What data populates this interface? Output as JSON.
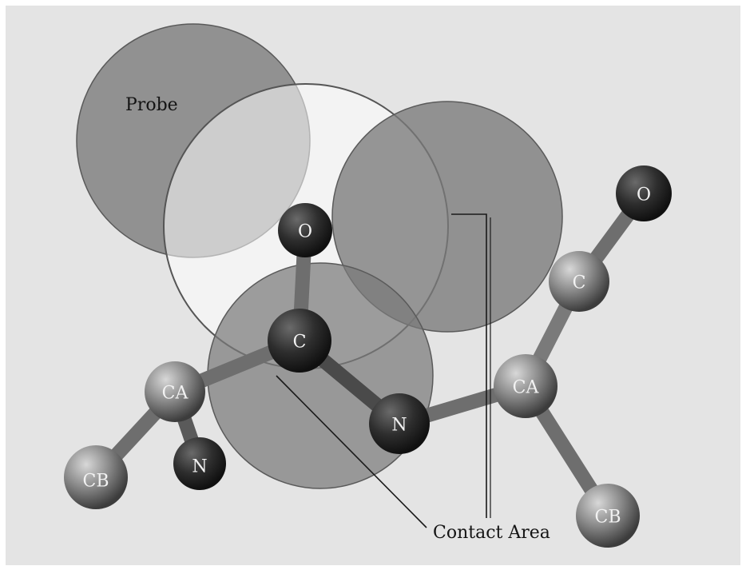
{
  "labels": {
    "probe": "Probe",
    "contact_area": "Contact Area"
  },
  "atoms": [
    {
      "id": "O1",
      "label": "O",
      "tone": "dark"
    },
    {
      "id": "C1",
      "label": "C",
      "tone": "dark"
    },
    {
      "id": "CA1",
      "label": "CA",
      "tone": "light"
    },
    {
      "id": "N1",
      "label": "N",
      "tone": "dark"
    },
    {
      "id": "CB1",
      "label": "CB",
      "tone": "light"
    },
    {
      "id": "N2",
      "label": "N",
      "tone": "dark"
    },
    {
      "id": "CA2",
      "label": "CA",
      "tone": "light"
    },
    {
      "id": "C2",
      "label": "C",
      "tone": "light"
    },
    {
      "id": "O2",
      "label": "O",
      "tone": "dark"
    },
    {
      "id": "CB2",
      "label": "CB",
      "tone": "light"
    }
  ],
  "colors": {
    "background": "#e4e4e4",
    "probe_fill": "#7a7a7a",
    "probe_outline": "#5a5a5a",
    "dark_atom": "#2e2e2e",
    "light_atom": "#8c8c8c"
  }
}
